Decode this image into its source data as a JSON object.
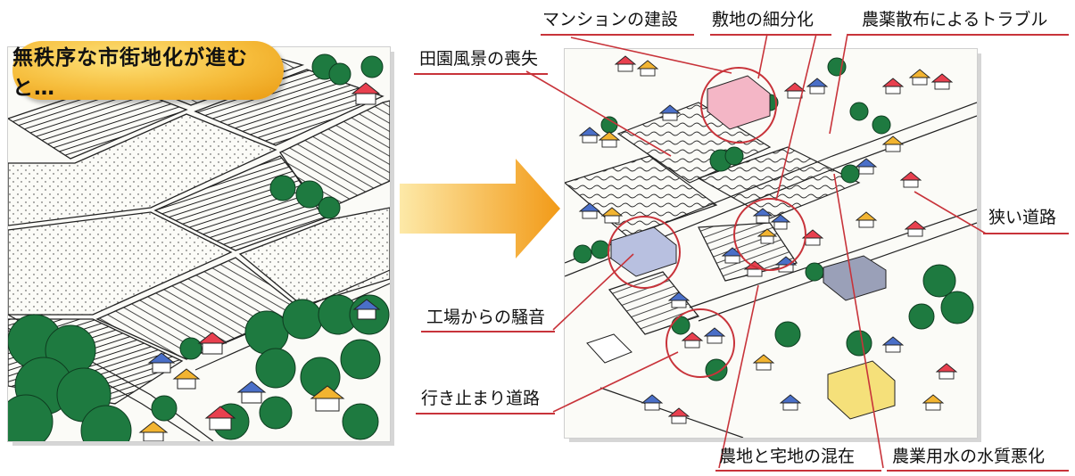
{
  "title": "無秩序な市街地化が進むと…",
  "labels": {
    "mansion": "マンションの建設",
    "subdivision": "敷地の細分化",
    "pesticide": "農薬散布によるトラブル",
    "landscape_loss": "田園風景の喪失",
    "narrow_road": "狭い道路",
    "factory_noise": "工場からの騒音",
    "dead_end": "行き止まり道路",
    "mixed_land": "農地と宅地の混在",
    "water_quality": "農業用水の水質悪化"
  },
  "colors": {
    "leader": "#c8333a",
    "arrow_start": "#fde9a8",
    "arrow_end": "#f29a17",
    "tree": "#1e7a40",
    "roof_red": "#e8404f",
    "roof_blue": "#4a6fc8",
    "roof_yellow": "#f2b431"
  }
}
